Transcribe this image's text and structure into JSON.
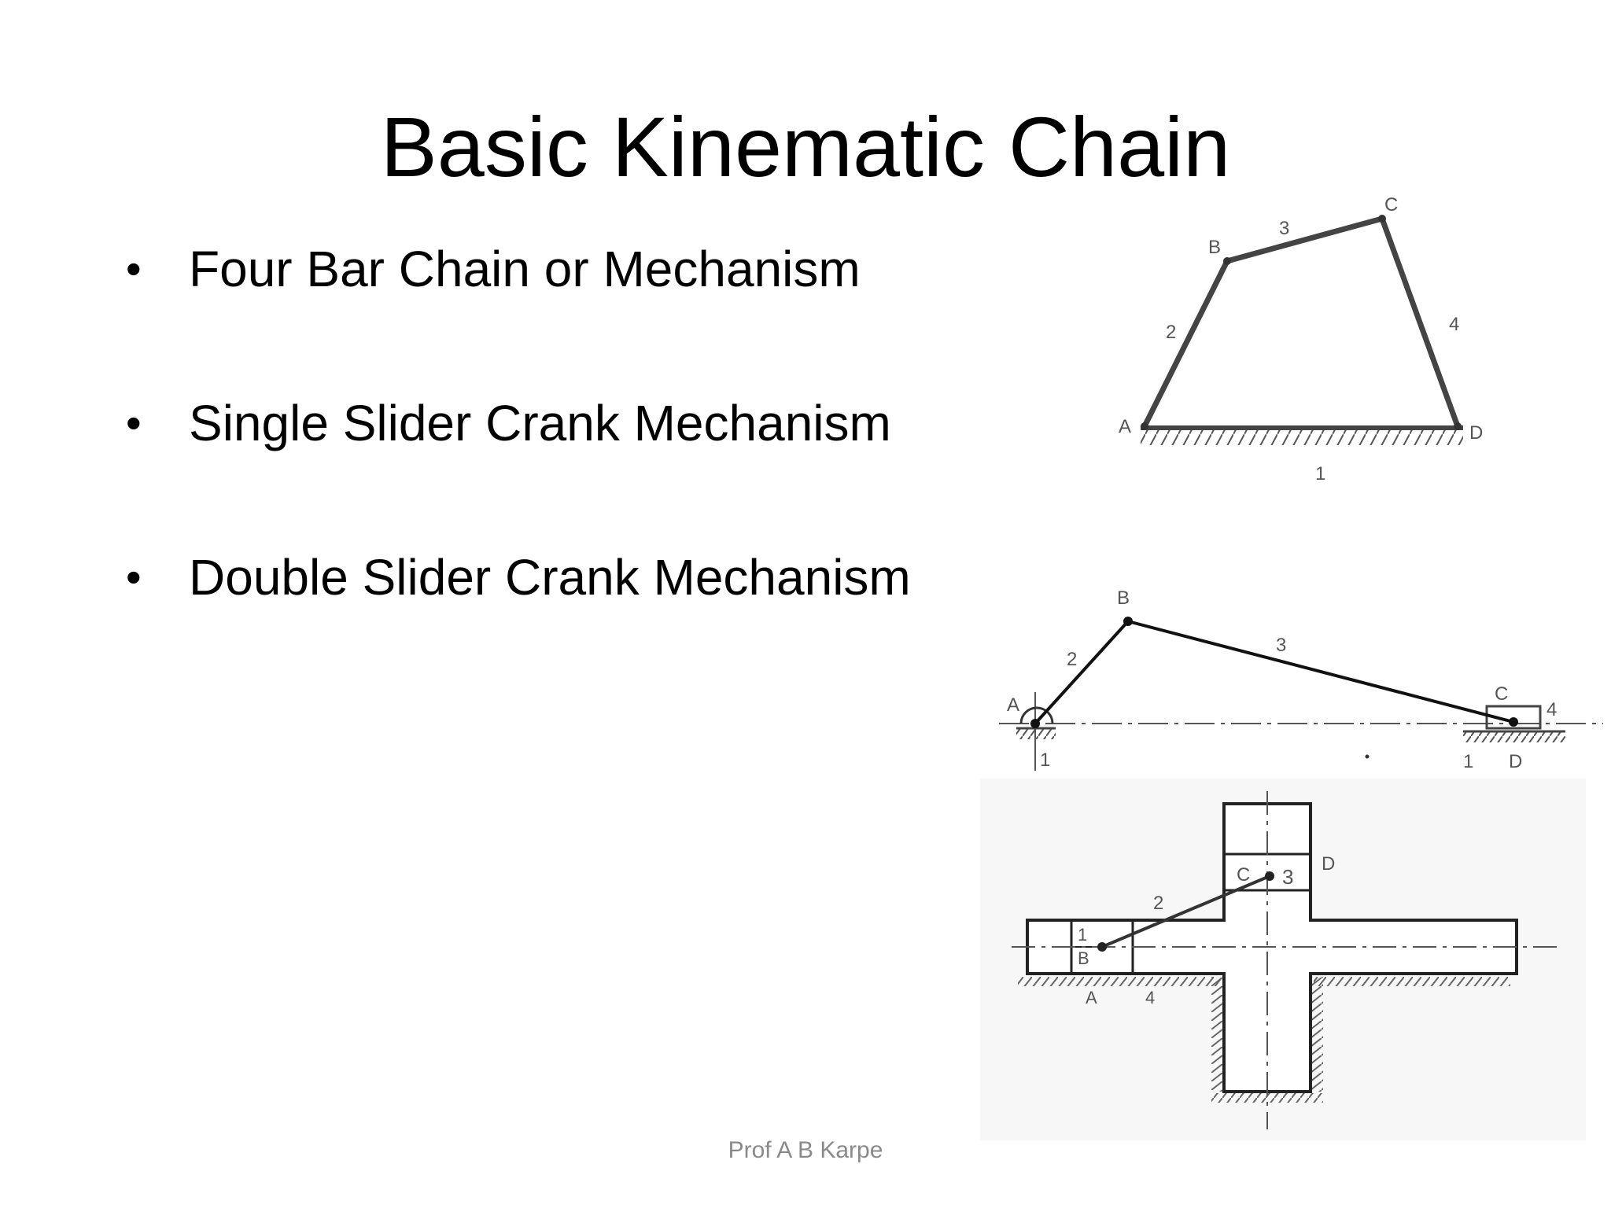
{
  "slide": {
    "title": "Basic Kinematic Chain",
    "bullets": [
      {
        "text": "Four Bar Chain or Mechanism"
      },
      {
        "text": "Single Slider Crank Mechanism"
      },
      {
        "text": "Double Slider Crank Mechanism"
      }
    ],
    "bullet_glyph": "•",
    "footer": "Prof A B Karpe"
  },
  "diagrams": {
    "four_bar": {
      "joints": {
        "a": "A",
        "b": "B",
        "c": "C",
        "d": "D"
      },
      "links": {
        "l1": "1",
        "l2": "2",
        "l3": "3",
        "l4": "4"
      }
    },
    "single_slider": {
      "joints": {
        "a": "A",
        "b": "B",
        "c": "C",
        "d": "D"
      },
      "links": {
        "l1a": "1",
        "l1b": "1",
        "l2": "2",
        "l3": "3",
        "l4": "4"
      }
    },
    "double_slider": {
      "joints": {
        "a": "A",
        "b": "B",
        "c": "C",
        "d": "D"
      },
      "links": {
        "l1": "1",
        "l2": "2",
        "l3": "3",
        "l4": "4"
      }
    }
  }
}
